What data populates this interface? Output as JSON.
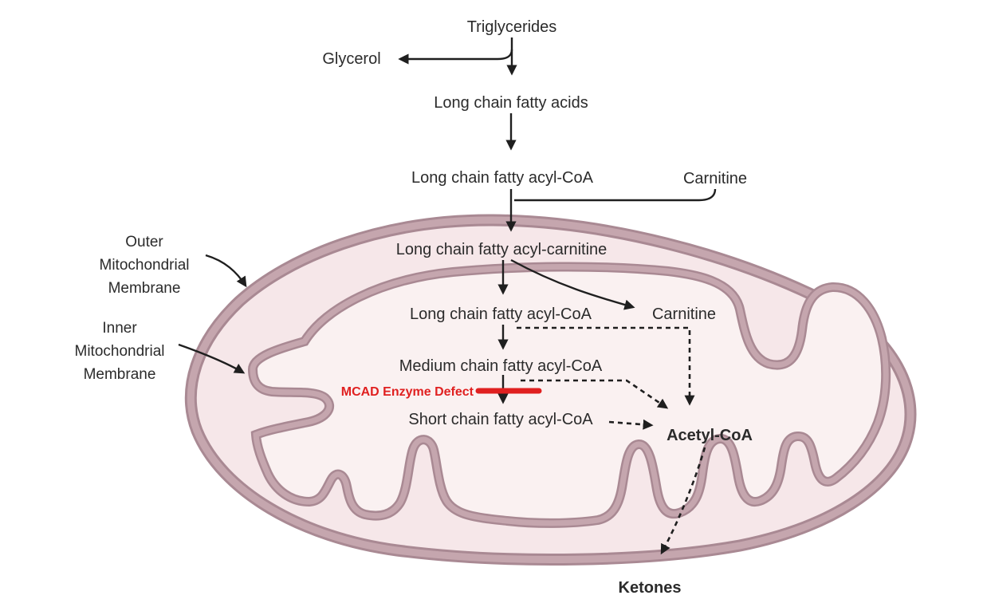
{
  "labels": {
    "triglycerides": "Triglycerides",
    "glycerol": "Glycerol",
    "long_chain_fatty_acids": "Long chain fatty acids",
    "long_chain_fatty_acyl_coa_cytosol": "Long chain fatty acyl-CoA",
    "carnitine_cytosol": "Carnitine",
    "long_chain_fatty_acyl_carnitine": "Long chain fatty acyl-carnitine",
    "long_chain_fatty_acyl_coa_matrix": "Long chain fatty acyl-CoA",
    "carnitine_matrix": "Carnitine",
    "medium_chain_fatty_acyl_coa": "Medium chain fatty acyl-CoA",
    "mcad_enzyme_defect": "MCAD Enzyme Defect",
    "short_chain_fatty_acyl_coa": "Short chain fatty acyl-CoA",
    "acetyl_coa": "Acetyl-CoA",
    "ketones": "Ketones",
    "outer_membrane_line1": "Outer",
    "outer_membrane_line2": "Mitochondrial",
    "outer_membrane_line3": "Membrane",
    "inner_membrane_line1": "Inner",
    "inner_membrane_line2": "Mitochondrial",
    "inner_membrane_line3": "Membrane"
  },
  "edges": [
    {
      "from": "Triglycerides",
      "to": "Glycerol",
      "style": "solid"
    },
    {
      "from": "Triglycerides",
      "to": "Long chain fatty acids",
      "style": "solid"
    },
    {
      "from": "Long chain fatty acids",
      "to": "Long chain fatty acyl-CoA",
      "style": "solid"
    },
    {
      "from": "Long chain fatty acyl-CoA + Carnitine",
      "to": "Long chain fatty acyl-carnitine",
      "style": "solid"
    },
    {
      "from": "Long chain fatty acyl-carnitine",
      "to": "Long chain fatty acyl-CoA (matrix)",
      "style": "solid"
    },
    {
      "from": "Long chain fatty acyl-carnitine",
      "to": "Carnitine (matrix)",
      "style": "solid"
    },
    {
      "from": "Long chain fatty acyl-CoA (matrix)",
      "to": "Medium chain fatty acyl-CoA",
      "style": "solid"
    },
    {
      "from": "Long chain fatty acyl-CoA (matrix)",
      "to": "Acetyl-CoA",
      "style": "dashed"
    },
    {
      "from": "Medium chain fatty acyl-CoA",
      "to": "Short chain fatty acyl-CoA",
      "style": "solid",
      "blocked_by": "MCAD Enzyme Defect"
    },
    {
      "from": "Medium chain fatty acyl-CoA",
      "to": "Acetyl-CoA",
      "style": "dashed"
    },
    {
      "from": "Short chain fatty acyl-CoA",
      "to": "Acetyl-CoA",
      "style": "dashed"
    },
    {
      "from": "Acetyl-CoA",
      "to": "Ketones",
      "style": "dashed"
    }
  ],
  "colors": {
    "defect_red": "#e02020",
    "membrane_band": "#c5a6ae",
    "membrane_edge": "#a98993",
    "intermembrane_space": "#f6e7e9",
    "matrix": "#faf1f1",
    "text": "#2b2b2b",
    "arrow": "#1f1f1f",
    "background": "#ffffff"
  }
}
